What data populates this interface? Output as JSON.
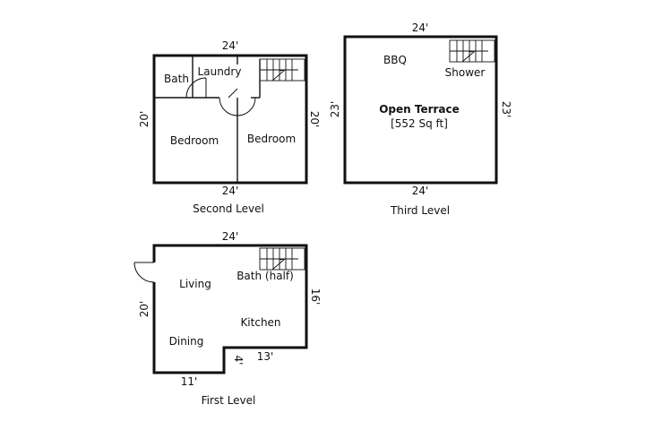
{
  "plans": {
    "second": {
      "caption": "Second Level",
      "dims": {
        "top": "24'",
        "bottom": "24'",
        "left": "20'",
        "right": "20'"
      },
      "rooms": {
        "bath": "Bath",
        "laundry": "Laundry",
        "bedroom_left": "Bedroom",
        "bedroom_right": "Bedroom"
      }
    },
    "third": {
      "caption": "Third Level",
      "dims": {
        "top": "24'",
        "bottom": "24'",
        "left": "23'",
        "right": "23'"
      },
      "rooms": {
        "bbq": "BBQ",
        "shower": "Shower",
        "terrace": "Open Terrace",
        "terrace_area": "[552 Sq ft]"
      }
    },
    "first": {
      "caption": "First Level",
      "dims": {
        "top": "24'",
        "left": "20'",
        "right": "16'",
        "notch_height": "4'",
        "notch_width": "13'",
        "bottom": "11'"
      },
      "rooms": {
        "living": "Living",
        "bath_half": "Bath (half)",
        "kitchen": "Kitchen",
        "dining": "Dining"
      }
    }
  }
}
